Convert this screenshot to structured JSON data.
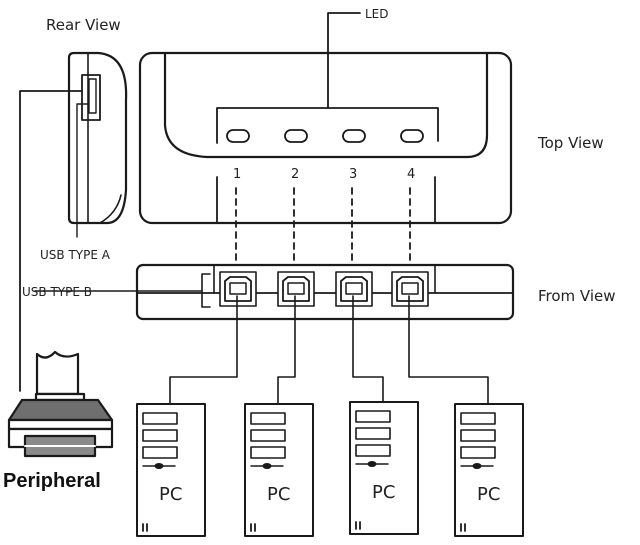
{
  "labels": {
    "rear_view": "Rear View",
    "top_view": "Top View",
    "front_view": "From View",
    "led": "LED",
    "usb_type_a": "USB TYPE A",
    "usb_type_b": "USB TYPE B",
    "peripheral": "Peripheral"
  },
  "ports": [
    {
      "number": "1",
      "pc_label": "PC"
    },
    {
      "number": "2",
      "pc_label": "PC"
    },
    {
      "number": "3",
      "pc_label": "PC"
    },
    {
      "number": "4",
      "pc_label": "PC"
    }
  ],
  "colors": {
    "line": "#1a1a1a",
    "printer_fill": "#707070"
  }
}
